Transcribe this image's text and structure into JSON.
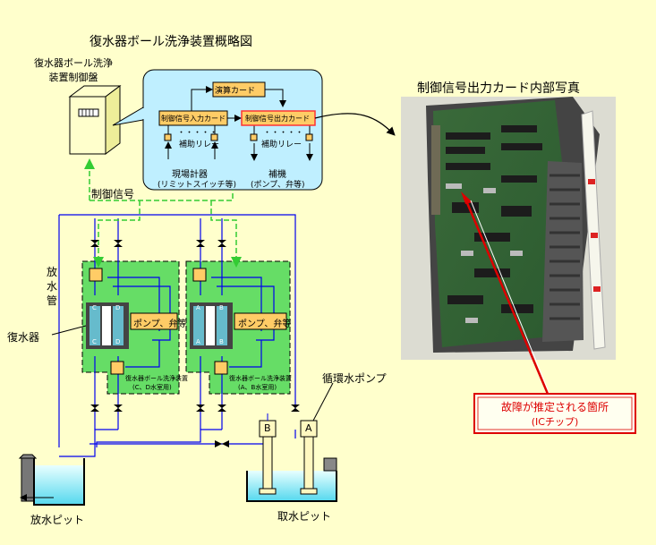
{
  "title": "復水器ボール洗浄装置概略図",
  "photo_title": "制御信号出力カード内部写真",
  "control_panel": {
    "line1": "復水器ボール洗浄",
    "line2": "装置制御盤"
  },
  "callout": {
    "compute_card": "演算カード",
    "input_card": "制御信号入力カード",
    "output_card": "制御信号出力カード",
    "aux_relay_left": "補助リレー",
    "aux_relay_right": "補助リレー",
    "field_instruments": "現場計器",
    "field_instruments_sub": "(リミットスイッチ等)",
    "auxiliary_equipment": "補機",
    "auxiliary_equipment_sub": "(ポンプ、弁等)",
    "dots": "・・・・・"
  },
  "control_signal": "制御信号",
  "discharge_pipe": [
    "放",
    "水",
    "管"
  ],
  "condenser": "復水器",
  "units": [
    {
      "pump_valve": "ポンプ、弁等",
      "caption": "復水器ボール洗浄装置",
      "sub": "(C、D水室用)",
      "letters": [
        "C",
        "D",
        "C",
        "D"
      ]
    },
    {
      "pump_valve": "ポンプ、弁等",
      "caption": "復水器ボール洗浄装置",
      "sub": "(A、B水室用)",
      "letters": [
        "A",
        "B",
        "A",
        "B"
      ]
    }
  ],
  "circulating_pump": "循環水ポンプ",
  "pump_letters": [
    "B",
    "A"
  ],
  "discharge_pit": "放水ピット",
  "intake_pit": "取水ピット",
  "fault": {
    "line1": "故障が推定される箇所",
    "line2": "(ICチップ)"
  },
  "colors": {
    "background": "#ffffcc",
    "green_zone": "#66dd66",
    "callout_fill": "#bfefff",
    "card_fill": "#ffcc66",
    "water": "#66ddee",
    "pipe_blue": "#0000ee",
    "fault_red": "#dd0000"
  }
}
